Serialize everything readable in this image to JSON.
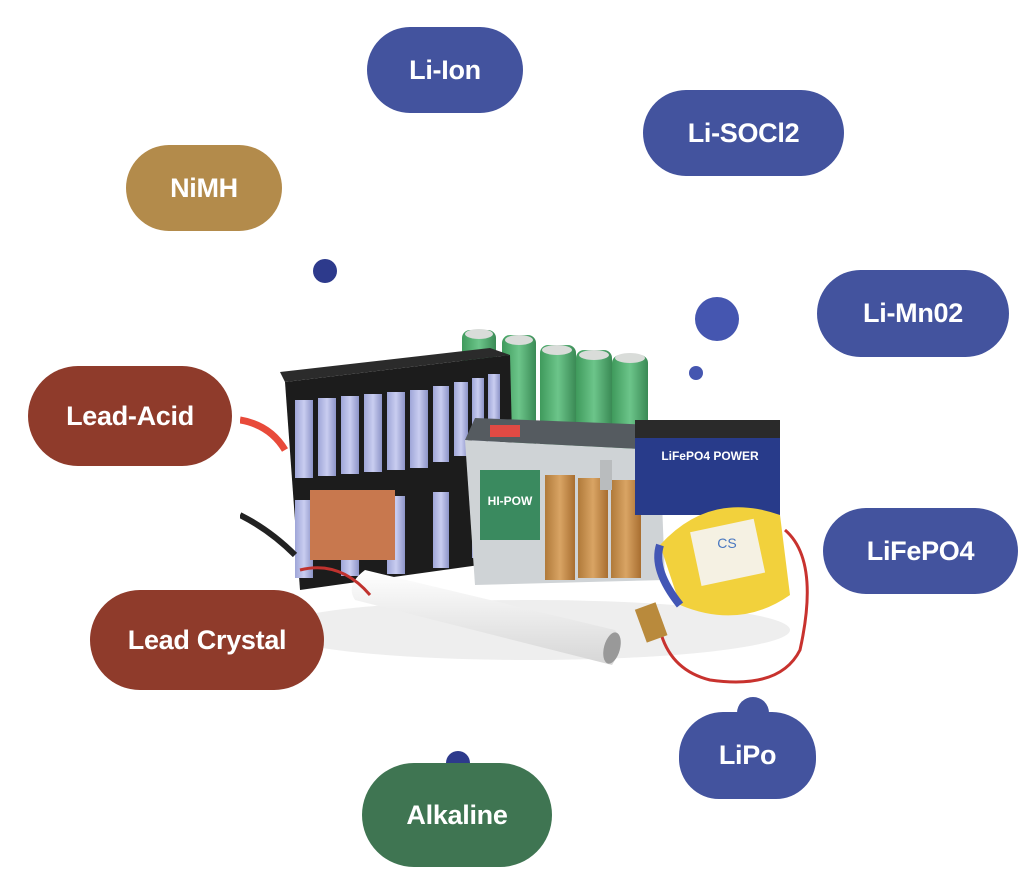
{
  "title": "Battery chemistry types",
  "colors": {
    "lithium_blue": "#43539e",
    "nimh_gold": "#b38b4b",
    "lead_red": "#8f3b2b",
    "alkaline_green": "#3f7552",
    "dot_blue_dark": "#2d3a8c",
    "dot_blue": "#4556b0"
  },
  "labels": {
    "li_ion": "Li-Ion",
    "li_socl2": "Li-SOCl2",
    "nimh": "NiMH",
    "li_mno2": "Li-Mn02",
    "lead_acid": "Lead-Acid",
    "lifepo4": "LiFePO4",
    "lead_crystal": "Lead Crystal",
    "lipo": "LiPo",
    "alkaline": "Alkaline"
  },
  "image": {
    "description": "Assorted battery packs: 18650 pack with BMS, green Li-ion cells, cutaway lead-acid car battery, LiFePO4 battery, yellow lithium pack, white stick pack",
    "lead_acid_label": "HI-POW",
    "lifepo4_label": "LiFePO4 POWER",
    "lithium_pack_label": "CS"
  }
}
